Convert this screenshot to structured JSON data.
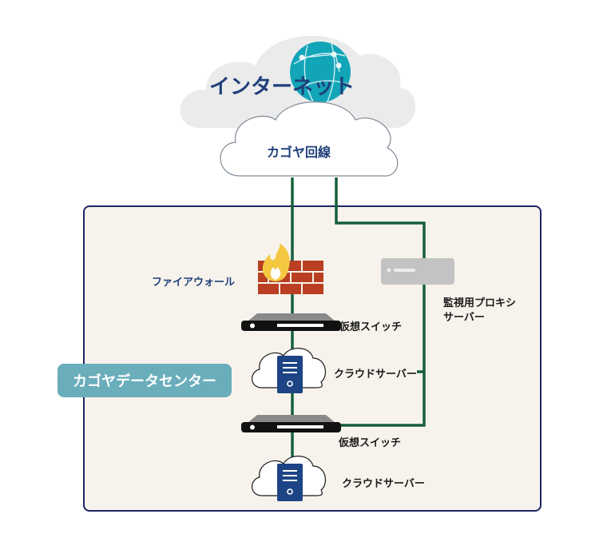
{
  "colors": {
    "line": "#16603c",
    "box_border": "#1e2466",
    "box_fill": "#f7f3ec",
    "badge": "#6aadbb",
    "globe": "#12a5b8",
    "text_blue": "#1f3f7a",
    "server_blue": "#1d4484",
    "brick": "#b93e22",
    "flame": "#f5c842"
  },
  "internet": {
    "label": "インターネット"
  },
  "isp": {
    "label": "カゴヤ回線"
  },
  "datacenter": {
    "label": "カゴヤデータセンター"
  },
  "nodes": {
    "firewall": {
      "label": "ファイアウォール"
    },
    "switch1": {
      "label": "仮想スイッチ"
    },
    "server1": {
      "label": "クラウドサーバー"
    },
    "switch2": {
      "label": "仮想スイッチ"
    },
    "server2": {
      "label": "クラウドサーバー"
    },
    "proxy": {
      "label_line1": "監視用プロキシ",
      "label_line2": "サーバー"
    }
  }
}
